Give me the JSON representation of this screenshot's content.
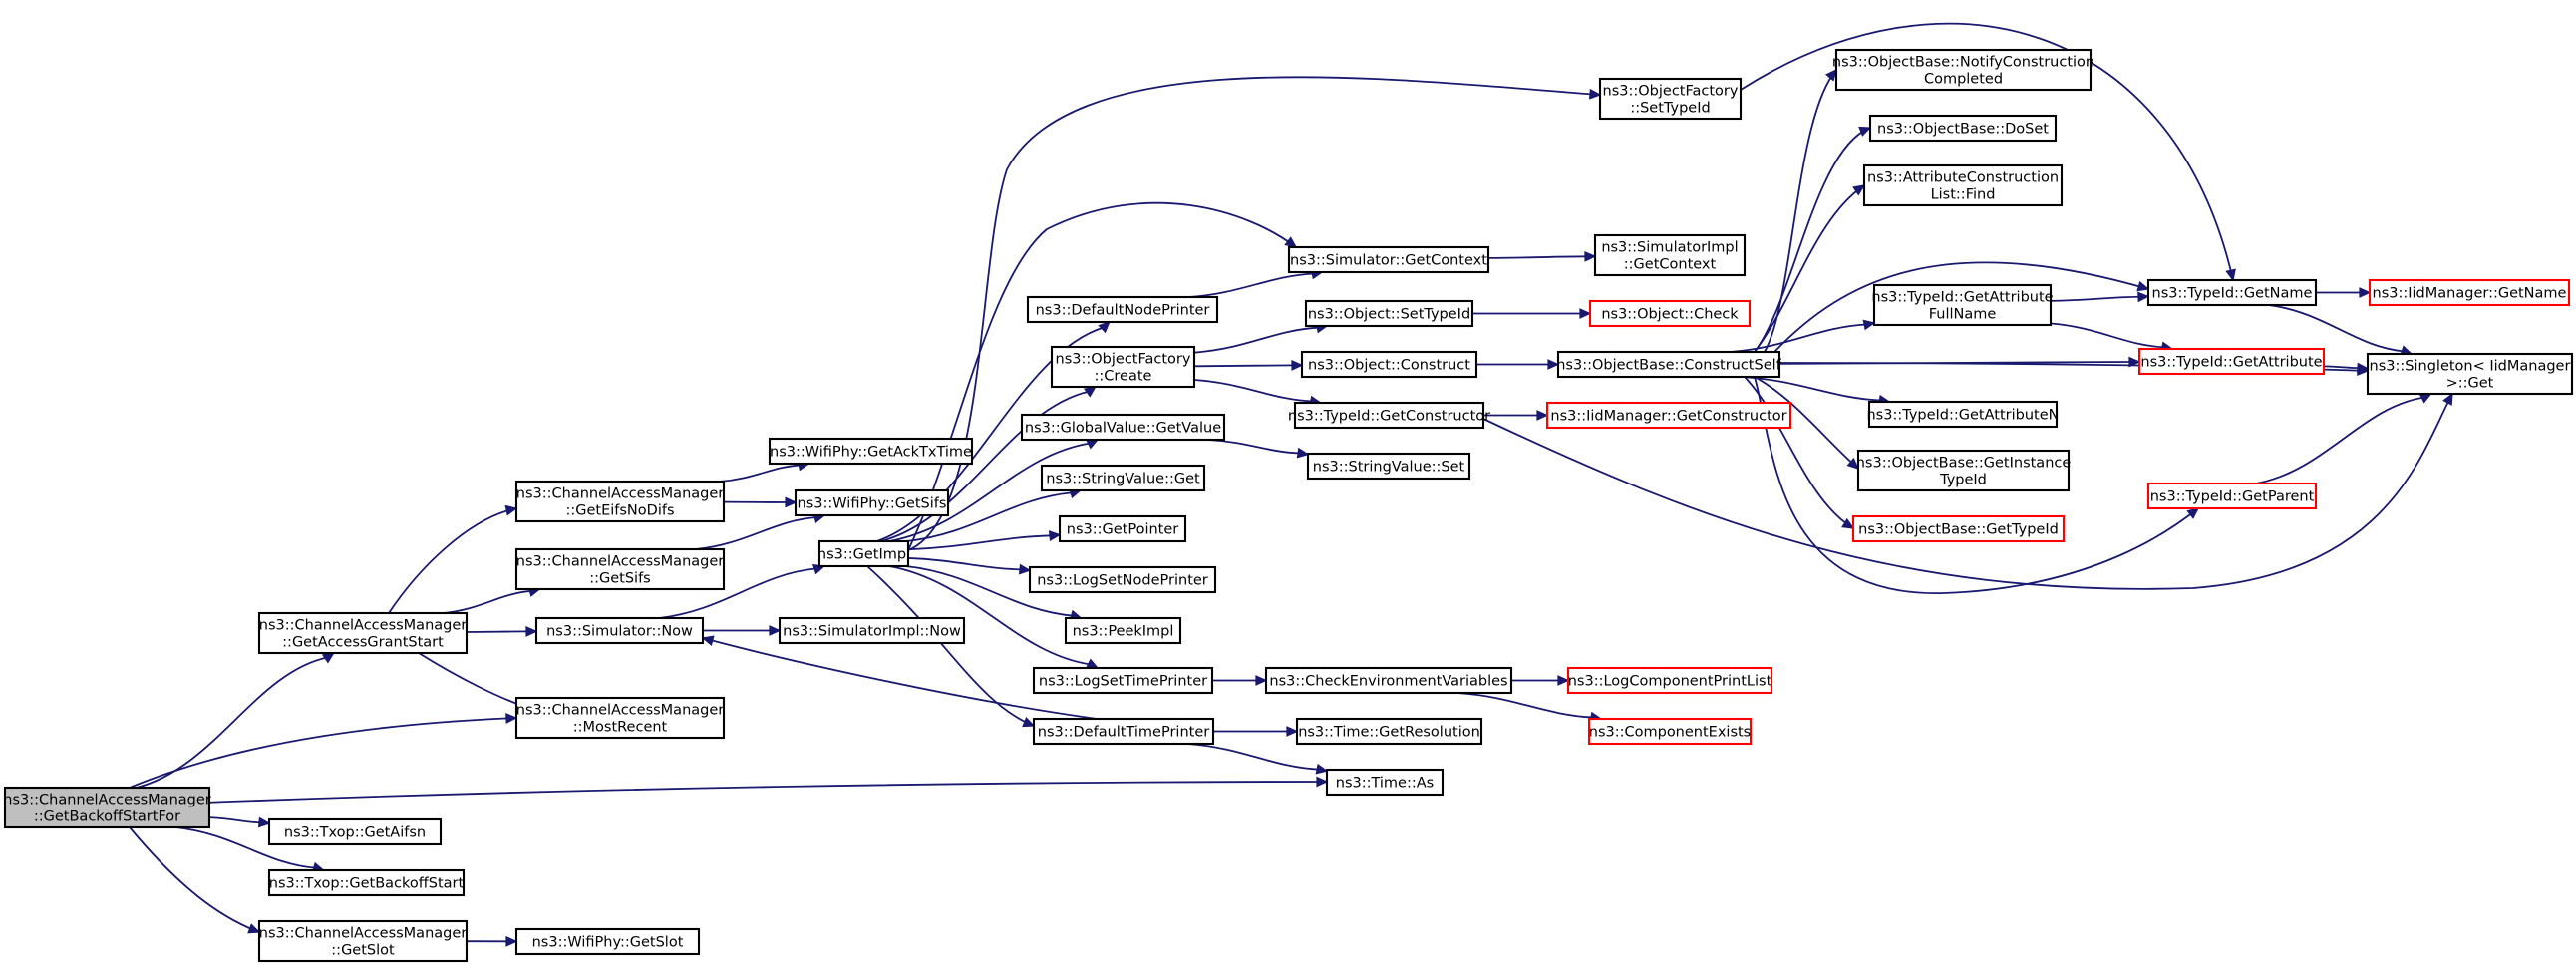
{
  "colors": {
    "edge": "#191970",
    "node_border": "#000000",
    "truncated_border": "#ff0000",
    "root_fill": "#bfbfbf",
    "node_fill": "#ffffff"
  },
  "nodes": [
    {
      "id": "root",
      "lines": [
        "ns3::ChannelAccessManager",
        "::GetBackoffStartFor"
      ],
      "root": true
    },
    {
      "id": "getAccessGrantStart",
      "lines": [
        "ns3::ChannelAccessManager",
        "::GetAccessGrantStart"
      ]
    },
    {
      "id": "mostRecent",
      "lines": [
        "ns3::ChannelAccessManager",
        "::MostRecent"
      ]
    },
    {
      "id": "timeAs",
      "lines": [
        "ns3::Time::As"
      ]
    },
    {
      "id": "getAifsn",
      "lines": [
        "ns3::Txop::GetAifsn"
      ]
    },
    {
      "id": "getBackoffStart",
      "lines": [
        "ns3::Txop::GetBackoffStart"
      ]
    },
    {
      "id": "getSlot",
      "lines": [
        "ns3::ChannelAccessManager",
        "::GetSlot"
      ]
    },
    {
      "id": "wifiGetSlot",
      "lines": [
        "ns3::WifiPhy::GetSlot"
      ]
    },
    {
      "id": "getEifsNoDifs",
      "lines": [
        "ns3::ChannelAccessManager",
        "::GetEifsNoDifs"
      ]
    },
    {
      "id": "getSifs",
      "lines": [
        "ns3::ChannelAccessManager",
        "::GetSifs"
      ]
    },
    {
      "id": "simNow",
      "lines": [
        "ns3::Simulator::Now"
      ]
    },
    {
      "id": "wifiGetAckTxTime",
      "lines": [
        "ns3::WifiPhy::GetAckTxTime"
      ]
    },
    {
      "id": "wifiGetSifs",
      "lines": [
        "ns3::WifiPhy::GetSifs"
      ]
    },
    {
      "id": "getImpl",
      "lines": [
        "ns3::GetImpl"
      ]
    },
    {
      "id": "simImplNow",
      "lines": [
        "ns3::SimulatorImpl::Now"
      ]
    },
    {
      "id": "defaultTimePrinter",
      "lines": [
        "ns3::DefaultTimePrinter"
      ]
    },
    {
      "id": "objFactorySetTypeId",
      "lines": [
        "ns3::ObjectFactory",
        "::SetTypeId"
      ]
    },
    {
      "id": "simGetContext",
      "lines": [
        "ns3::Simulator::GetContext"
      ]
    },
    {
      "id": "defaultNodePrinter",
      "lines": [
        "ns3::DefaultNodePrinter"
      ]
    },
    {
      "id": "objFactoryCreate",
      "lines": [
        "ns3::ObjectFactory",
        "::Create"
      ]
    },
    {
      "id": "globalValueGetValue",
      "lines": [
        "ns3::GlobalValue::GetValue"
      ]
    },
    {
      "id": "stringValueGet",
      "lines": [
        "ns3::StringValue::Get"
      ]
    },
    {
      "id": "getPointer",
      "lines": [
        "ns3::GetPointer"
      ]
    },
    {
      "id": "logSetNodePrinter",
      "lines": [
        "ns3::LogSetNodePrinter"
      ]
    },
    {
      "id": "peekImpl",
      "lines": [
        "ns3::PeekImpl"
      ]
    },
    {
      "id": "logSetTimePrinter",
      "lines": [
        "ns3::LogSetTimePrinter"
      ]
    },
    {
      "id": "simImplGetContext",
      "lines": [
        "ns3::SimulatorImpl",
        "::GetContext"
      ]
    },
    {
      "id": "objectSetTypeId",
      "lines": [
        "ns3::Object::SetTypeId"
      ]
    },
    {
      "id": "objectConstruct",
      "lines": [
        "ns3::Object::Construct"
      ]
    },
    {
      "id": "typeIdGetConstructor",
      "lines": [
        "ns3::TypeId::GetConstructor"
      ]
    },
    {
      "id": "stringValueSet",
      "lines": [
        "ns3::StringValue::Set"
      ]
    },
    {
      "id": "checkEnvVars",
      "lines": [
        "ns3::CheckEnvironmentVariables"
      ]
    },
    {
      "id": "timeGetResolution",
      "lines": [
        "ns3::Time::GetResolution"
      ]
    },
    {
      "id": "objectCheck",
      "lines": [
        "ns3::Object::Check"
      ],
      "truncated": true
    },
    {
      "id": "constructSelf",
      "lines": [
        "ns3::ObjectBase::ConstructSelf"
      ]
    },
    {
      "id": "iidMgrGetConstructor",
      "lines": [
        "ns3::IidManager::GetConstructor"
      ],
      "truncated": true
    },
    {
      "id": "logComponentPrintList",
      "lines": [
        "ns3::LogComponentPrintList"
      ],
      "truncated": true
    },
    {
      "id": "componentExists",
      "lines": [
        "ns3::ComponentExists"
      ],
      "truncated": true
    },
    {
      "id": "notifyConstructionCompleted",
      "lines": [
        "ns3::ObjectBase::NotifyConstruction",
        "Completed"
      ]
    },
    {
      "id": "doSet",
      "lines": [
        "ns3::ObjectBase::DoSet"
      ]
    },
    {
      "id": "attrConstructionListFind",
      "lines": [
        "ns3::AttributeConstruction",
        "List::Find"
      ]
    },
    {
      "id": "getAttributeFullName",
      "lines": [
        "ns3::TypeId::GetAttribute",
        "FullName"
      ]
    },
    {
      "id": "getAttributeN",
      "lines": [
        "ns3::TypeId::GetAttributeN"
      ]
    },
    {
      "id": "getInstanceTypeId",
      "lines": [
        "ns3::ObjectBase::GetInstance",
        "TypeId"
      ]
    },
    {
      "id": "objectBaseGetTypeId",
      "lines": [
        "ns3::ObjectBase::GetTypeId"
      ],
      "truncated": true
    },
    {
      "id": "typeIdGetName",
      "lines": [
        "ns3::TypeId::GetName"
      ]
    },
    {
      "id": "typeIdGetAttribute",
      "lines": [
        "ns3::TypeId::GetAttribute"
      ],
      "truncated": true
    },
    {
      "id": "typeIdGetParent",
      "lines": [
        "ns3::TypeId::GetParent"
      ],
      "truncated": true
    },
    {
      "id": "iidMgrGetName",
      "lines": [
        "ns3::IidManager::GetName"
      ],
      "truncated": true
    },
    {
      "id": "singletonGet",
      "lines": [
        "ns3::Singleton< IidManager",
        ">::Get"
      ]
    }
  ],
  "edges": [
    [
      "root",
      "getAccessGrantStart"
    ],
    [
      "root",
      "mostRecent"
    ],
    [
      "root",
      "timeAs"
    ],
    [
      "root",
      "getAifsn"
    ],
    [
      "root",
      "getBackoffStart"
    ],
    [
      "root",
      "getSlot"
    ],
    [
      "getSlot",
      "wifiGetSlot"
    ],
    [
      "getAccessGrantStart",
      "getEifsNoDifs"
    ],
    [
      "getAccessGrantStart",
      "getSifs"
    ],
    [
      "getAccessGrantStart",
      "simNow"
    ],
    [
      "getAccessGrantStart",
      "mostRecent"
    ],
    [
      "getEifsNoDifs",
      "wifiGetAckTxTime"
    ],
    [
      "getEifsNoDifs",
      "wifiGetSifs"
    ],
    [
      "getSifs",
      "wifiGetSifs"
    ],
    [
      "simNow",
      "getImpl"
    ],
    [
      "simNow",
      "simImplNow"
    ],
    [
      "getImpl",
      "objFactorySetTypeId"
    ],
    [
      "getImpl",
      "simGetContext"
    ],
    [
      "getImpl",
      "defaultNodePrinter"
    ],
    [
      "getImpl",
      "objFactoryCreate"
    ],
    [
      "getImpl",
      "globalValueGetValue"
    ],
    [
      "getImpl",
      "stringValueGet"
    ],
    [
      "getImpl",
      "getPointer"
    ],
    [
      "getImpl",
      "logSetNodePrinter"
    ],
    [
      "getImpl",
      "peekImpl"
    ],
    [
      "getImpl",
      "logSetTimePrinter"
    ],
    [
      "getImpl",
      "defaultTimePrinter"
    ],
    [
      "defaultNodePrinter",
      "simGetContext"
    ],
    [
      "defaultTimePrinter",
      "simNow"
    ],
    [
      "defaultTimePrinter",
      "timeGetResolution"
    ],
    [
      "defaultTimePrinter",
      "timeAs"
    ],
    [
      "simGetContext",
      "simImplGetContext"
    ],
    [
      "objFactoryCreate",
      "objectSetTypeId"
    ],
    [
      "objFactoryCreate",
      "objectConstruct"
    ],
    [
      "objFactoryCreate",
      "typeIdGetConstructor"
    ],
    [
      "globalValueGetValue",
      "stringValueSet"
    ],
    [
      "logSetTimePrinter",
      "checkEnvVars"
    ],
    [
      "checkEnvVars",
      "logComponentPrintList"
    ],
    [
      "checkEnvVars",
      "componentExists"
    ],
    [
      "objectSetTypeId",
      "objectCheck"
    ],
    [
      "objectConstruct",
      "constructSelf"
    ],
    [
      "typeIdGetConstructor",
      "iidMgrGetConstructor"
    ],
    [
      "typeIdGetConstructor",
      "singletonGet"
    ],
    [
      "objFactorySetTypeId",
      "typeIdGetName"
    ],
    [
      "constructSelf",
      "notifyConstructionCompleted"
    ],
    [
      "constructSelf",
      "doSet"
    ],
    [
      "constructSelf",
      "attrConstructionListFind"
    ],
    [
      "constructSelf",
      "typeIdGetName"
    ],
    [
      "constructSelf",
      "getAttributeFullName"
    ],
    [
      "constructSelf",
      "typeIdGetAttribute"
    ],
    [
      "constructSelf",
      "getAttributeN"
    ],
    [
      "constructSelf",
      "getInstanceTypeId"
    ],
    [
      "constructSelf",
      "objectBaseGetTypeId"
    ],
    [
      "constructSelf",
      "typeIdGetParent"
    ],
    [
      "constructSelf",
      "singletonGet"
    ],
    [
      "getAttributeFullName",
      "typeIdGetName"
    ],
    [
      "getAttributeFullName",
      "typeIdGetAttribute"
    ],
    [
      "typeIdGetName",
      "iidMgrGetName"
    ],
    [
      "typeIdGetName",
      "singletonGet"
    ],
    [
      "typeIdGetAttribute",
      "singletonGet"
    ],
    [
      "typeIdGetParent",
      "singletonGet"
    ]
  ]
}
